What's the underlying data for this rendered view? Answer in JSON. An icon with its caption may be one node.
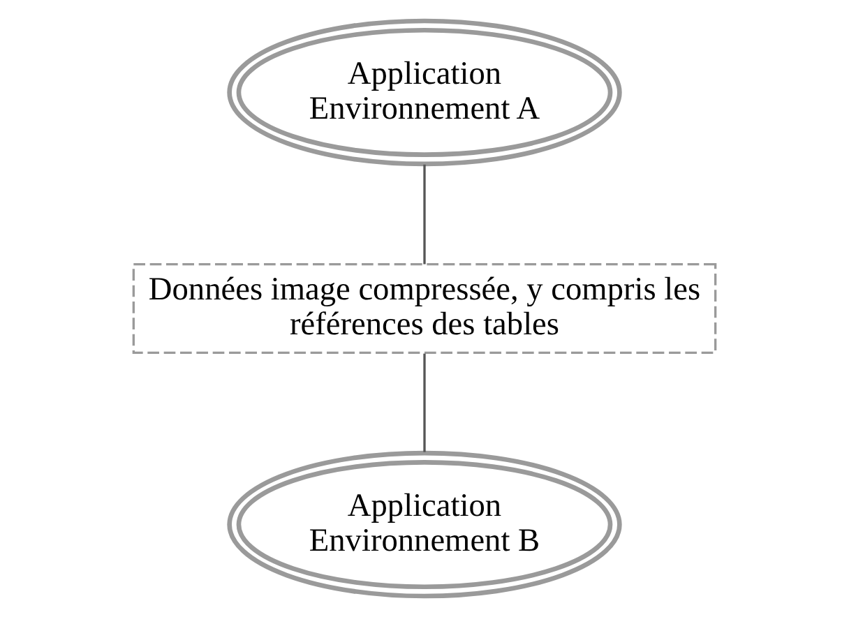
{
  "diagram": {
    "nodes": [
      {
        "text": [
          "Application Environnement A"
        ]
      },
      {
        "text": [
          "Données image compressée, y compris les références des tables"
        ]
      },
      {
        "text": [
          "Application Environnement B"
        ]
      }
    ],
    "edges": [
      {
        "from": 0,
        "to": 1,
        "arrow": "none"
      },
      {
        "from": 1,
        "to": 2,
        "arrow": "none"
      }
    ]
  }
}
